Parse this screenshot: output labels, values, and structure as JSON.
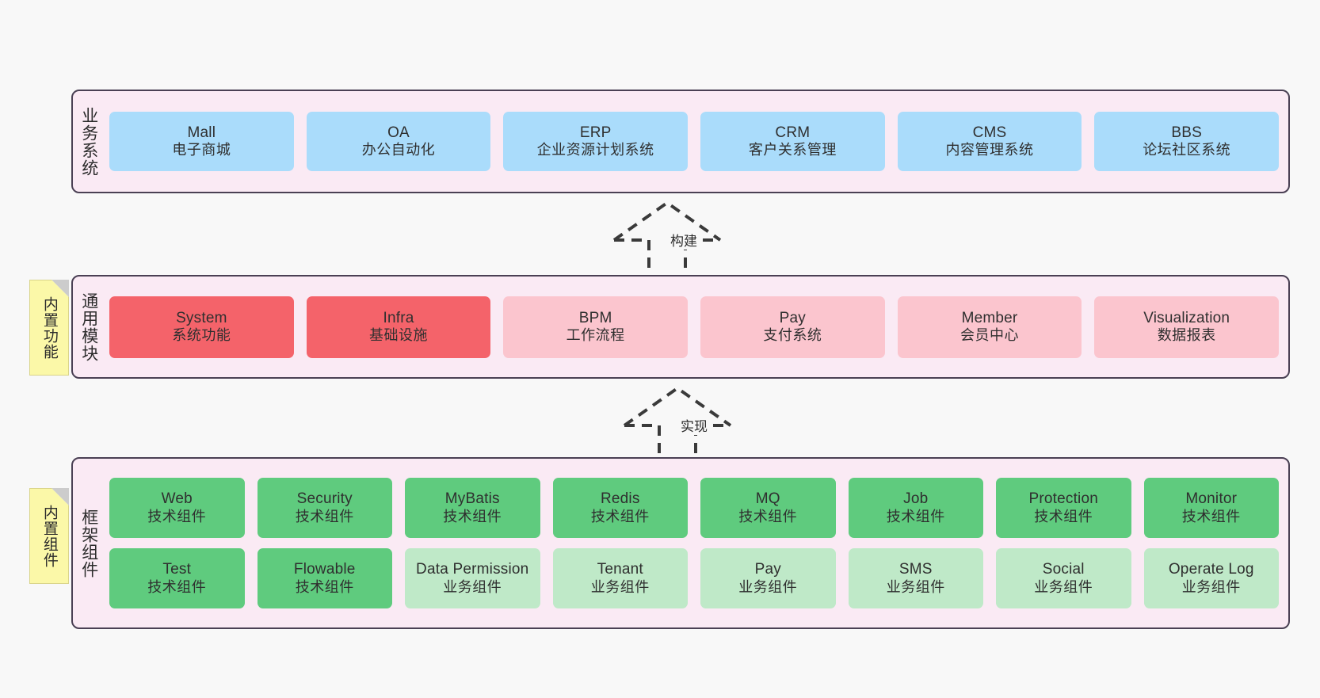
{
  "diagram": {
    "title": "",
    "background_color": "#f8f8f8",
    "band_fill": "#faeaf4",
    "band_border": "#4a4054",
    "colors": {
      "blue": "#aadcfb",
      "red": "#f4636a",
      "pink": "#fbc5ce",
      "green": "#5fcb7e",
      "green_light": "#bfe9c8",
      "note_yellow": "#fbf8a8",
      "fold_gray": "#cccccc"
    }
  },
  "layers": [
    {
      "id": "business",
      "title": "业务系统",
      "rows": [
        {
          "cards": [
            {
              "en": "Mall",
              "cn": "电子商城",
              "color": "blue"
            },
            {
              "en": "OA",
              "cn": "办公自动化",
              "color": "blue"
            },
            {
              "en": "ERP",
              "cn": "企业资源计划系统",
              "color": "blue"
            },
            {
              "en": "CRM",
              "cn": "客户关系管理",
              "color": "blue"
            },
            {
              "en": "CMS",
              "cn": "内容管理系统",
              "color": "blue"
            },
            {
              "en": "BBS",
              "cn": "论坛社区系统",
              "color": "blue"
            }
          ]
        }
      ]
    },
    {
      "id": "common",
      "title": "通用模块",
      "note": "内置功能",
      "rows": [
        {
          "cards": [
            {
              "en": "System",
              "cn": "系统功能",
              "color": "red"
            },
            {
              "en": "Infra",
              "cn": "基础设施",
              "color": "red"
            },
            {
              "en": "BPM",
              "cn": "工作流程",
              "color": "pink"
            },
            {
              "en": "Pay",
              "cn": "支付系统",
              "color": "pink"
            },
            {
              "en": "Member",
              "cn": "会员中心",
              "color": "pink"
            },
            {
              "en": "Visualization",
              "cn": "数据报表",
              "color": "pink"
            }
          ]
        }
      ]
    },
    {
      "id": "framework",
      "title": "框架组件",
      "note": "内置组件",
      "rows": [
        {
          "cards": [
            {
              "en": "Web",
              "cn": "技术组件",
              "color": "green"
            },
            {
              "en": "Security",
              "cn": "技术组件",
              "color": "green"
            },
            {
              "en": "MyBatis",
              "cn": "技术组件",
              "color": "green"
            },
            {
              "en": "Redis",
              "cn": "技术组件",
              "color": "green"
            },
            {
              "en": "MQ",
              "cn": "技术组件",
              "color": "green"
            },
            {
              "en": "Job",
              "cn": "技术组件",
              "color": "green"
            },
            {
              "en": "Protection",
              "cn": "技术组件",
              "color": "green"
            },
            {
              "en": "Monitor",
              "cn": "技术组件",
              "color": "green"
            }
          ]
        },
        {
          "cards": [
            {
              "en": "Test",
              "cn": "技术组件",
              "color": "green"
            },
            {
              "en": "Flowable",
              "cn": "技术组件",
              "color": "green"
            },
            {
              "en": "Data Permission",
              "cn": "业务组件",
              "color": "green_light"
            },
            {
              "en": "Tenant",
              "cn": "业务组件",
              "color": "green_light"
            },
            {
              "en": "Pay",
              "cn": "业务组件",
              "color": "green_light"
            },
            {
              "en": "SMS",
              "cn": "业务组件",
              "color": "green_light"
            },
            {
              "en": "Social",
              "cn": "业务组件",
              "color": "green_light"
            },
            {
              "en": "Operate Log",
              "cn": "业务组件",
              "color": "green_light"
            }
          ]
        }
      ]
    }
  ],
  "connectors": [
    {
      "id": "build",
      "label": "构建",
      "style": "dashed-generalization",
      "direction": "up"
    },
    {
      "id": "impl",
      "label": "实现",
      "style": "dashed-generalization",
      "direction": "up"
    }
  ]
}
